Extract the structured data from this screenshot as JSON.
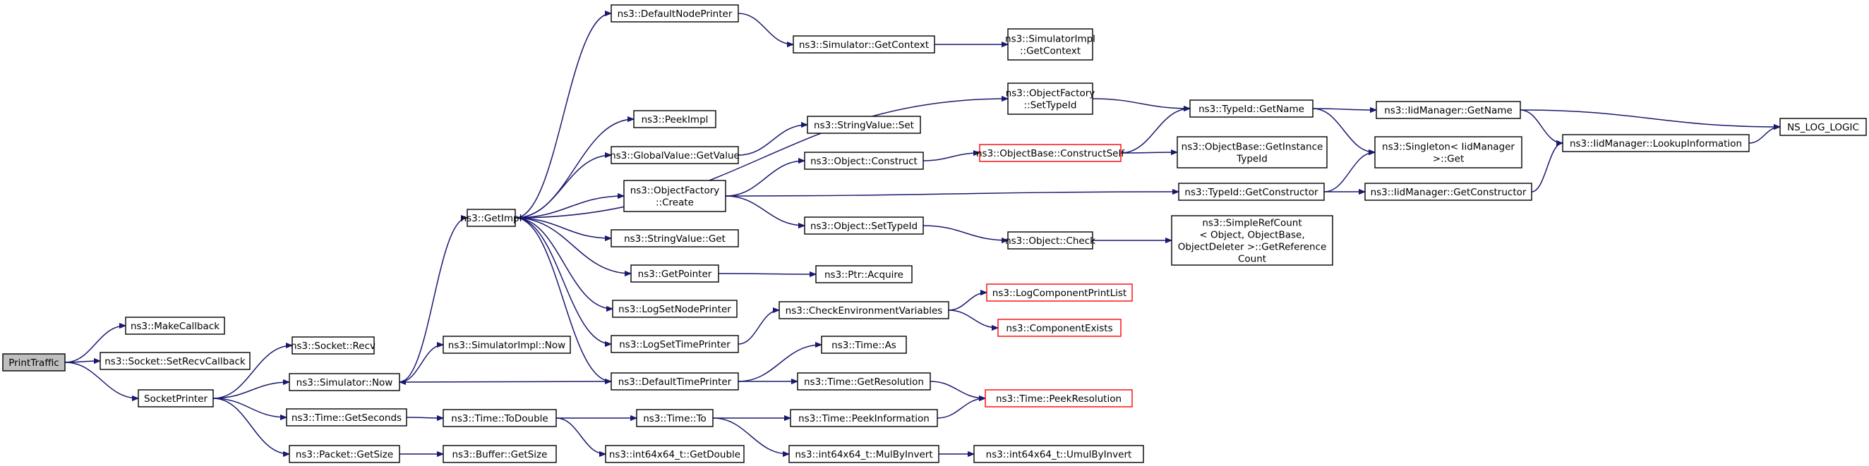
{
  "diagram": {
    "type": "call-graph",
    "colors": {
      "edge": "#191970",
      "node_border": "#000000",
      "node_border_incomplete": "#ff0000",
      "root_fill": "#bfbfbf",
      "node_fill": "#ffffff"
    },
    "nodes": [
      {
        "id": "n0",
        "lines": [
          "PrintTraffic"
        ],
        "style": "root"
      },
      {
        "id": "n1",
        "lines": [
          "ns3::MakeCallback"
        ]
      },
      {
        "id": "n2",
        "lines": [
          "ns3::Socket::SetRecvCallback"
        ]
      },
      {
        "id": "n3",
        "lines": [
          "SocketPrinter"
        ]
      },
      {
        "id": "n4",
        "lines": [
          "ns3::Socket::Recv"
        ]
      },
      {
        "id": "n5",
        "lines": [
          "ns3::Simulator::Now"
        ]
      },
      {
        "id": "n6",
        "lines": [
          "ns3::Time::GetSeconds"
        ]
      },
      {
        "id": "n7",
        "lines": [
          "ns3::Packet::GetSize"
        ]
      },
      {
        "id": "n8",
        "lines": [
          "ns3::GetImpl"
        ]
      },
      {
        "id": "n9",
        "lines": [
          "ns3::SimulatorImpl::Now"
        ]
      },
      {
        "id": "n10",
        "lines": [
          "ns3::Time::ToDouble"
        ]
      },
      {
        "id": "n11",
        "lines": [
          "ns3::Buffer::GetSize"
        ]
      },
      {
        "id": "n12",
        "lines": [
          "ns3::DefaultNodePrinter"
        ]
      },
      {
        "id": "n13",
        "lines": [
          "ns3::PeekImpl"
        ]
      },
      {
        "id": "n14",
        "lines": [
          "ns3::GlobalValue::GetValue"
        ]
      },
      {
        "id": "n15",
        "lines": [
          "ns3::ObjectFactory",
          "::Create"
        ]
      },
      {
        "id": "n16",
        "lines": [
          "ns3::StringValue::Get"
        ]
      },
      {
        "id": "n17",
        "lines": [
          "ns3::GetPointer"
        ]
      },
      {
        "id": "n18",
        "lines": [
          "ns3::LogSetNodePrinter"
        ]
      },
      {
        "id": "n19",
        "lines": [
          "ns3::LogSetTimePrinter"
        ]
      },
      {
        "id": "n20",
        "lines": [
          "ns3::DefaultTimePrinter"
        ]
      },
      {
        "id": "n21",
        "lines": [
          "ns3::Time::To"
        ]
      },
      {
        "id": "n22",
        "lines": [
          "ns3::int64x64_t::GetDouble"
        ]
      },
      {
        "id": "n23",
        "lines": [
          "ns3::Simulator::GetContext"
        ]
      },
      {
        "id": "n24",
        "lines": [
          "ns3::StringValue::Set"
        ]
      },
      {
        "id": "n25",
        "lines": [
          "ns3::Object::Construct"
        ]
      },
      {
        "id": "n26",
        "lines": [
          "ns3::Object::SetTypeId"
        ]
      },
      {
        "id": "n27",
        "lines": [
          "ns3::Ptr::Acquire"
        ]
      },
      {
        "id": "n28",
        "lines": [
          "ns3::CheckEnvironmentVariables"
        ]
      },
      {
        "id": "n29",
        "lines": [
          "ns3::Time::As"
        ]
      },
      {
        "id": "n30",
        "lines": [
          "ns3::Time::GetResolution"
        ]
      },
      {
        "id": "n31",
        "lines": [
          "ns3::Time::PeekInformation"
        ]
      },
      {
        "id": "n32",
        "lines": [
          "ns3::int64x64_t::MulByInvert"
        ]
      },
      {
        "id": "n33",
        "lines": [
          "ns3::SimulatorImpl",
          "::GetContext"
        ]
      },
      {
        "id": "n34",
        "lines": [
          "ns3::ObjectFactory",
          "::SetTypeId"
        ]
      },
      {
        "id": "n35",
        "lines": [
          "ns3::ObjectBase::ConstructSelf"
        ],
        "style": "incomplete"
      },
      {
        "id": "n36",
        "lines": [
          "ns3::Object::Check"
        ]
      },
      {
        "id": "n37",
        "lines": [
          "ns3::LogComponentPrintList"
        ],
        "style": "incomplete"
      },
      {
        "id": "n38",
        "lines": [
          "ns3::ComponentExists"
        ],
        "style": "incomplete"
      },
      {
        "id": "n39",
        "lines": [
          "ns3::Time::PeekResolution"
        ],
        "style": "incomplete"
      },
      {
        "id": "n40",
        "lines": [
          "ns3::int64x64_t::UmulByInvert"
        ]
      },
      {
        "id": "n41",
        "lines": [
          "ns3::TypeId::GetName"
        ]
      },
      {
        "id": "n42",
        "lines": [
          "ns3::ObjectBase::GetInstance",
          "TypeId"
        ]
      },
      {
        "id": "n43",
        "lines": [
          "ns3::TypeId::GetConstructor"
        ]
      },
      {
        "id": "n44",
        "lines": [
          "ns3::SimpleRefCount",
          "< Object, ObjectBase,",
          "ObjectDeleter >::GetReference",
          "Count"
        ]
      },
      {
        "id": "n45",
        "lines": [
          "ns3::IidManager::GetName"
        ]
      },
      {
        "id": "n46",
        "lines": [
          "ns3::Singleton< IidManager",
          " >::Get"
        ]
      },
      {
        "id": "n47",
        "lines": [
          "ns3::IidManager::GetConstructor"
        ]
      },
      {
        "id": "n48",
        "lines": [
          "ns3::IidManager::LookupInformation"
        ]
      },
      {
        "id": "n49",
        "lines": [
          "NS_LOG_LOGIC"
        ]
      }
    ],
    "edges": [
      [
        "n0",
        "n1"
      ],
      [
        "n0",
        "n2"
      ],
      [
        "n0",
        "n3"
      ],
      [
        "n3",
        "n4"
      ],
      [
        "n3",
        "n5"
      ],
      [
        "n3",
        "n6"
      ],
      [
        "n3",
        "n7"
      ],
      [
        "n5",
        "n8"
      ],
      [
        "n5",
        "n9"
      ],
      [
        "n6",
        "n10"
      ],
      [
        "n7",
        "n11"
      ],
      [
        "n8",
        "n12"
      ],
      [
        "n8",
        "n34"
      ],
      [
        "n8",
        "n13"
      ],
      [
        "n8",
        "n14"
      ],
      [
        "n8",
        "n15"
      ],
      [
        "n8",
        "n16"
      ],
      [
        "n8",
        "n17"
      ],
      [
        "n8",
        "n18"
      ],
      [
        "n8",
        "n19"
      ],
      [
        "n8",
        "n20"
      ],
      [
        "n12",
        "n23"
      ],
      [
        "n23",
        "n33"
      ],
      [
        "n34",
        "n41"
      ],
      [
        "n14",
        "n24"
      ],
      [
        "n15",
        "n25"
      ],
      [
        "n15",
        "n43"
      ],
      [
        "n15",
        "n26"
      ],
      [
        "n25",
        "n35"
      ],
      [
        "n35",
        "n41"
      ],
      [
        "n35",
        "n42"
      ],
      [
        "n26",
        "n36"
      ],
      [
        "n36",
        "n44"
      ],
      [
        "n17",
        "n27"
      ],
      [
        "n19",
        "n28"
      ],
      [
        "n28",
        "n37"
      ],
      [
        "n28",
        "n38"
      ],
      [
        "n20",
        "n5"
      ],
      [
        "n20",
        "n29"
      ],
      [
        "n20",
        "n30"
      ],
      [
        "n30",
        "n39"
      ],
      [
        "n10",
        "n21"
      ],
      [
        "n10",
        "n22"
      ],
      [
        "n21",
        "n31"
      ],
      [
        "n21",
        "n32"
      ],
      [
        "n31",
        "n39"
      ],
      [
        "n32",
        "n40"
      ],
      [
        "n41",
        "n45"
      ],
      [
        "n41",
        "n46"
      ],
      [
        "n45",
        "n48"
      ],
      [
        "n45",
        "n49"
      ],
      [
        "n43",
        "n46"
      ],
      [
        "n43",
        "n47"
      ],
      [
        "n47",
        "n48"
      ],
      [
        "n48",
        "n49"
      ]
    ]
  }
}
